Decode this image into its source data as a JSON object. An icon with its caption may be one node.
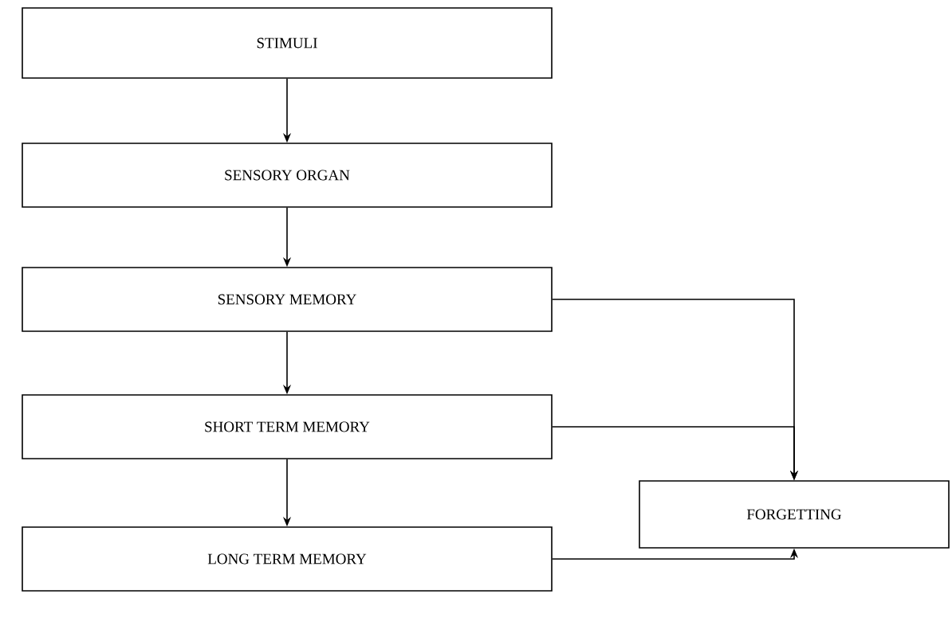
{
  "diagram": {
    "nodes": [
      {
        "text": [
          "STIMULI"
        ]
      },
      {
        "text": [
          "SENSORY ORGAN"
        ]
      },
      {
        "text": [
          "SENSORY MEMORY"
        ]
      },
      {
        "text": [
          "SHORT TERM MEMORY"
        ]
      },
      {
        "text": [
          "LONG TERM MEMORY"
        ]
      },
      {
        "text": [
          "FORGETTING"
        ]
      }
    ],
    "edges": [
      {
        "from": 0,
        "to": 1,
        "arrow": "to"
      },
      {
        "from": 1,
        "to": 2,
        "arrow": "to"
      },
      {
        "from": 2,
        "to": 3,
        "arrow": "to"
      },
      {
        "from": 3,
        "to": 4,
        "arrow": "to"
      },
      {
        "from": 2,
        "to": 5,
        "arrow": "to"
      },
      {
        "from": 3,
        "to": 5,
        "arrow": "to"
      },
      {
        "from": 4,
        "to": 5,
        "arrow": "to"
      }
    ]
  }
}
